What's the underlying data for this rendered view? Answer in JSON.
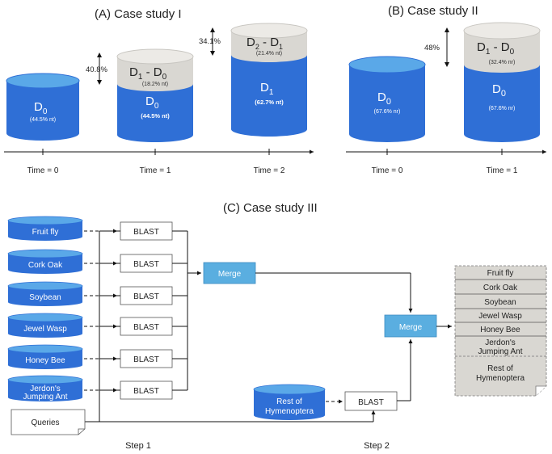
{
  "panels": {
    "a_title": "(A) Case study I",
    "b_title": "(B) Case study II",
    "c_title": "(C) Case study III"
  },
  "case1": {
    "time0": {
      "label": "Time = 0",
      "cyl_sym": "D",
      "cyl_sub": "0",
      "cyl_pct": "(44.5% nt)"
    },
    "time1": {
      "label": "Time = 1",
      "top_sym": "D",
      "top_sub1": "1",
      "top_minus": " - D",
      "top_sub2": "0",
      "top_pct": "(18.2% nt)",
      "bot_sym": "D",
      "bot_sub": "0",
      "bot_pct": "(44.5% nt)",
      "side_pct": "40.8%"
    },
    "time2": {
      "label": "Time = 2",
      "top_sym": "D",
      "top_sub1": "2",
      "top_minus": " - D",
      "top_sub2": "1",
      "top_pct": "(21.4% nt)",
      "bot_sym": "D",
      "bot_sub": "1",
      "bot_pct": "(62.7% nt)",
      "side_pct": "34.1%"
    }
  },
  "case2": {
    "time0": {
      "label": "Time = 0",
      "cyl_sym": "D",
      "cyl_sub": "0",
      "cyl_pct": "(67.6% nr)"
    },
    "time1": {
      "label": "Time = 1",
      "top_sym": "D",
      "top_sub1": "1",
      "top_minus": " - D",
      "top_sub2": "0",
      "top_pct": "(32.4% nr)",
      "bot_sym": "D",
      "bot_sub": "0",
      "bot_pct": "(67.6% nr)",
      "side_pct": "48%"
    }
  },
  "case3": {
    "databases": [
      "Fruit fly",
      "Cork Oak",
      "Soybean",
      "Jewel Wasp",
      "Honey Bee"
    ],
    "db_last_line1": "Jerdon's",
    "db_last_line2": "Jumping Ant",
    "blast_label": "BLAST",
    "merge_label": "Merge",
    "queries_label": "Queries",
    "rest_line1": "Rest of",
    "rest_line2": "Hymenoptera",
    "step1": "Step 1",
    "step2": "Step 2",
    "results": [
      "Fruit fly",
      "Cork Oak",
      "Soybean",
      "Jewel Wasp",
      "Honey Bee"
    ],
    "result_jerdon_line1": "Jerdon's",
    "result_jerdon_line2": "Jumping Ant",
    "result_rest_line1": "Rest of",
    "result_rest_line2": "Hymenoptera"
  },
  "colors": {
    "blue": "#2f6fd6",
    "blue_top": "#5aa8e8",
    "gray": "#d9d7d2",
    "gray_top": "#eceae6",
    "merge": "#5aaee0"
  }
}
